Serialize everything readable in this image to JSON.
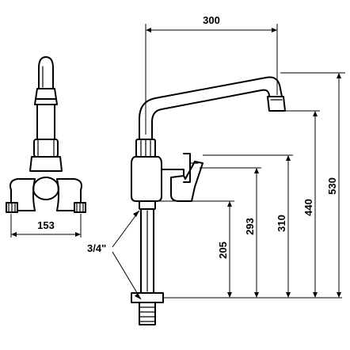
{
  "dimensions": {
    "width_top": "300",
    "width_front": "153",
    "height_total": "530",
    "height_spout": "440",
    "height_lever": "310",
    "height_body": "293",
    "height_connector": "205",
    "thread_size": "3/4\""
  }
}
